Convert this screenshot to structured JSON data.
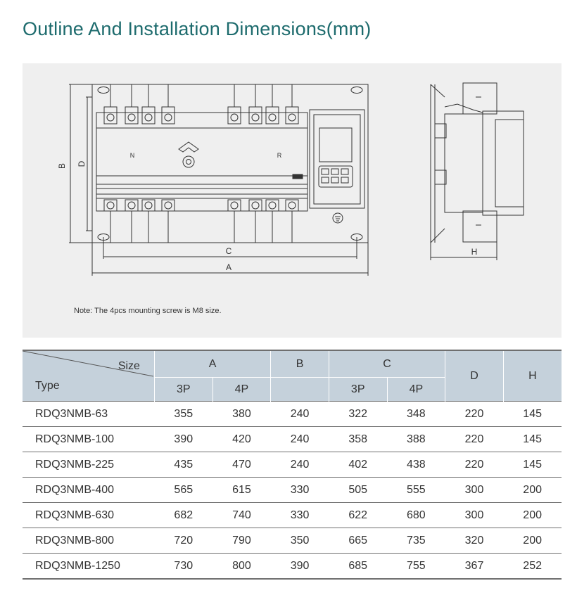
{
  "title": "Outline And Installation Dimensions(mm)",
  "drawing": {
    "front_labels": {
      "dim_b": "B",
      "dim_d": "D",
      "dim_c": "C",
      "dim_a": "A",
      "side_n": "N",
      "side_r": "R"
    },
    "side_labels": {
      "dim_h": "H"
    },
    "note": "Note: The 4pcs mounting screw is M8 size."
  },
  "table": {
    "corner_size": "Size",
    "corner_type": "Type",
    "groups": {
      "a": "A",
      "b": "B",
      "c": "C",
      "d": "D",
      "h": "H"
    },
    "sub": {
      "a3": "3P",
      "a4": "4P",
      "c3": "3P",
      "c4": "4P"
    },
    "rows": [
      {
        "type": "RDQ3NMB-63",
        "a3p": "355",
        "a4p": "380",
        "b": "240",
        "c3p": "322",
        "c4p": "348",
        "d": "220",
        "h": "145"
      },
      {
        "type": "RDQ3NMB-100",
        "a3p": "390",
        "a4p": "420",
        "b": "240",
        "c3p": "358",
        "c4p": "388",
        "d": "220",
        "h": "145"
      },
      {
        "type": "RDQ3NMB-225",
        "a3p": "435",
        "a4p": "470",
        "b": "240",
        "c3p": "402",
        "c4p": "438",
        "d": "220",
        "h": "145"
      },
      {
        "type": "RDQ3NMB-400",
        "a3p": "565",
        "a4p": "615",
        "b": "330",
        "c3p": "505",
        "c4p": "555",
        "d": "300",
        "h": "200"
      },
      {
        "type": "RDQ3NMB-630",
        "a3p": "682",
        "a4p": "740",
        "b": "330",
        "c3p": "622",
        "c4p": "680",
        "d": "300",
        "h": "200"
      },
      {
        "type": "RDQ3NMB-800",
        "a3p": "720",
        "a4p": "790",
        "b": "350",
        "c3p": "665",
        "c4p": "735",
        "d": "320",
        "h": "200"
      },
      {
        "type": "RDQ3NMB-1250",
        "a3p": "730",
        "a4p": "800",
        "b": "390",
        "c3p": "685",
        "c4p": "755",
        "d": "367",
        "h": "252"
      }
    ]
  }
}
